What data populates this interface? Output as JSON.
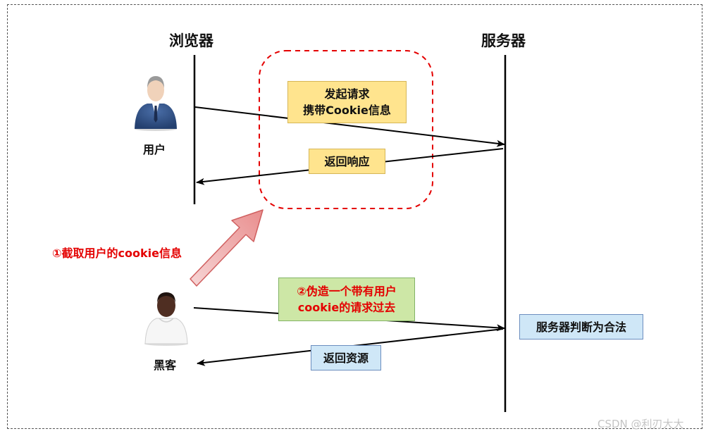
{
  "lanes": {
    "browser": "浏览器",
    "server": "服务器"
  },
  "actors": {
    "user": "用户",
    "hacker": "黑客"
  },
  "messages": {
    "send_request": [
      "发起请求",
      "携带Cookie信息"
    ],
    "return_response": "返回响应",
    "forge_request": [
      "②伪造一个带有用户",
      "cookie的请求过去"
    ],
    "return_resource": "返回资源",
    "server_judge": "服务器判断为合法"
  },
  "steps": {
    "steal_cookie": "①截取用户的cookie信息"
  },
  "watermark": "CSDN @利刃大大",
  "colors": {
    "accent_red": "#e40000",
    "yellow_box": "#ffe48e",
    "green_box": "#cde7a6",
    "blue_box": "#cfe7f7"
  },
  "icons": [
    "businessman-icon",
    "person-icon",
    "thick-arrow"
  ]
}
